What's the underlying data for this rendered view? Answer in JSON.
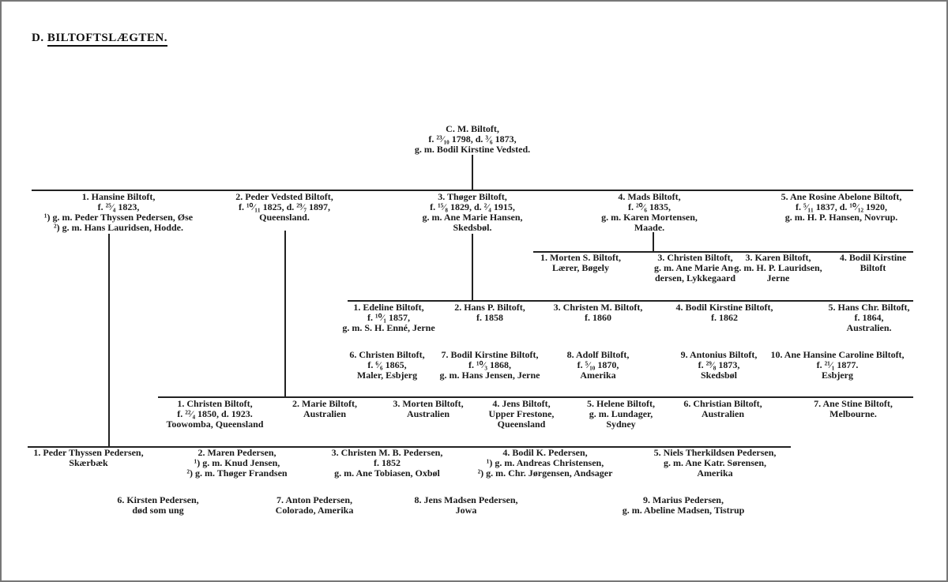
{
  "title": {
    "prefix": "D.",
    "name": "BILTOFTSLÆGTEN."
  },
  "root": {
    "lines": [
      "C. M. Biltoft,",
      "f. ²³⁄₁₀ 1798, d. ³⁄₆ 1873,",
      "g. m. Bodil Kirstine Vedsted."
    ]
  },
  "children": [
    {
      "lines": [
        "1. Hansine Biltoft,",
        "f. ²⁵⁄₄ 1823,",
        "¹) g. m. Peder Thyssen Pedersen, Øse",
        "²) g. m. Hans Lauridsen, Hodde."
      ]
    },
    {
      "lines": [
        "2. Peder Vedsted Biltoft,",
        "f. ¹⁰⁄₁₁ 1825, d. ²⁹⁄₇ 1897,",
        "Queensland."
      ]
    },
    {
      "lines": [
        "3. Thøger Biltoft,",
        "f. ¹⁵⁄₈ 1829, d. ²⁄₄ 1915,",
        "g. m. Ane Marie Hansen,",
        "Skedsbøl."
      ]
    },
    {
      "lines": [
        "4. Mads Biltoft,",
        "f. ²⁰⁄₆ 1835,",
        "g. m. Karen Mortensen,",
        "Maade."
      ]
    },
    {
      "lines": [
        "5. Ane Rosine Abelone Biltoft,",
        "f. ⁵⁄₁₁ 1837, d. ¹⁰⁄₁₂ 1920,",
        "g. m. H. P. Hansen, Novrup."
      ]
    }
  ],
  "mads_children": [
    {
      "lines": [
        "1. Morten S. Biltoft,",
        "Lærer, Bøgely"
      ]
    },
    {
      "lines": [
        "3. Christen Biltoft,",
        "g. m. Ane Marie An-",
        "dersen, Lykkegaard"
      ]
    },
    {
      "lines": [
        "3. Karen Biltoft,",
        "g. m. H. P. Lauridsen,",
        "Jerne"
      ]
    },
    {
      "lines": [
        "4. Bodil Kirstine",
        "Biltoft"
      ]
    }
  ],
  "thoger_children": [
    {
      "lines": [
        "1. Edeline Biltoft,",
        "f. ¹⁰⁄₁ 1857,",
        "g. m. S. H. Enné, Jerne"
      ]
    },
    {
      "lines": [
        "2. Hans P. Biltoft,",
        "f. 1858"
      ]
    },
    {
      "lines": [
        "3. Christen M. Biltoft,",
        "f. 1860"
      ]
    },
    {
      "lines": [
        "4. Bodil Kirstine Biltoft,",
        "f. 1862"
      ]
    },
    {
      "lines": [
        "5. Hans Chr. Biltoft,",
        "f. 1864,",
        "Australien."
      ]
    },
    {
      "lines": [
        "6. Christen Biltoft,",
        "f. ⁶⁄₆ 1865,",
        "Maler, Esbjerg"
      ]
    },
    {
      "lines": [
        "7. Bodil Kirstine Biltoft,",
        "f. ¹⁰⁄₃ 1868,",
        "g. m. Hans Jensen, Jerne"
      ]
    },
    {
      "lines": [
        "8. Adolf Biltoft,",
        "f. ⁵⁄₁₀ 1870,",
        "Amerika"
      ]
    },
    {
      "lines": [
        "9. Antonius Biltoft,",
        "f. ²⁹⁄₈ 1873,",
        "Skedsbøl"
      ]
    },
    {
      "lines": [
        "10. Ane Hansine Caroline Biltoft,",
        "f. ²¹⁄₁ 1877.",
        "Esbjerg"
      ]
    }
  ],
  "peder_children": [
    {
      "lines": [
        "1. Christen Biltoft,",
        "f. ²²⁄₄ 1850, d. 1923.",
        "Toowomba, Queensland"
      ]
    },
    {
      "lines": [
        "2. Marie Biltoft,",
        "Australien"
      ]
    },
    {
      "lines": [
        "3. Morten Biltoft,",
        "Australien"
      ]
    },
    {
      "lines": [
        "4. Jens Biltoft,",
        "Upper Frestone,",
        "Queensland"
      ]
    },
    {
      "lines": [
        "5. Helene Biltoft,",
        "g. m. Lundager,",
        "Sydney"
      ]
    },
    {
      "lines": [
        "6. Christian Biltoft,",
        "Australien"
      ]
    },
    {
      "lines": [
        "7. Ane Stine Biltoft,",
        "Melbourne."
      ]
    }
  ],
  "hansine_children": [
    {
      "lines": [
        "1. Peder Thyssen Pedersen,",
        "Skærbæk"
      ]
    },
    {
      "lines": [
        "2. Maren Pedersen,",
        "¹) g. m. Knud Jensen,",
        "²) g. m. Thøger Frandsen"
      ]
    },
    {
      "lines": [
        "3. Christen M. B. Pedersen,",
        "f. 1852",
        "g. m. Ane Tobiasen, Oxbøl"
      ]
    },
    {
      "lines": [
        "4. Bodil K. Pedersen,",
        "¹) g. m. Andreas Christensen,",
        "²) g. m. Chr. Jørgensen, Andsager"
      ]
    },
    {
      "lines": [
        "5. Niels Therkildsen Pedersen,",
        "g. m. Ane Katr. Sørensen,",
        "Amerika"
      ]
    },
    {
      "lines": [
        "6. Kirsten Pedersen,",
        "død som ung"
      ]
    },
    {
      "lines": [
        "7. Anton Pedersen,",
        "Colorado, Amerika"
      ]
    },
    {
      "lines": [
        "8. Jens Madsen Pedersen,",
        "Jowa"
      ]
    },
    {
      "lines": [
        "9. Marius Pedersen,",
        "g. m. Abeline Madsen, Tistrup"
      ]
    }
  ]
}
